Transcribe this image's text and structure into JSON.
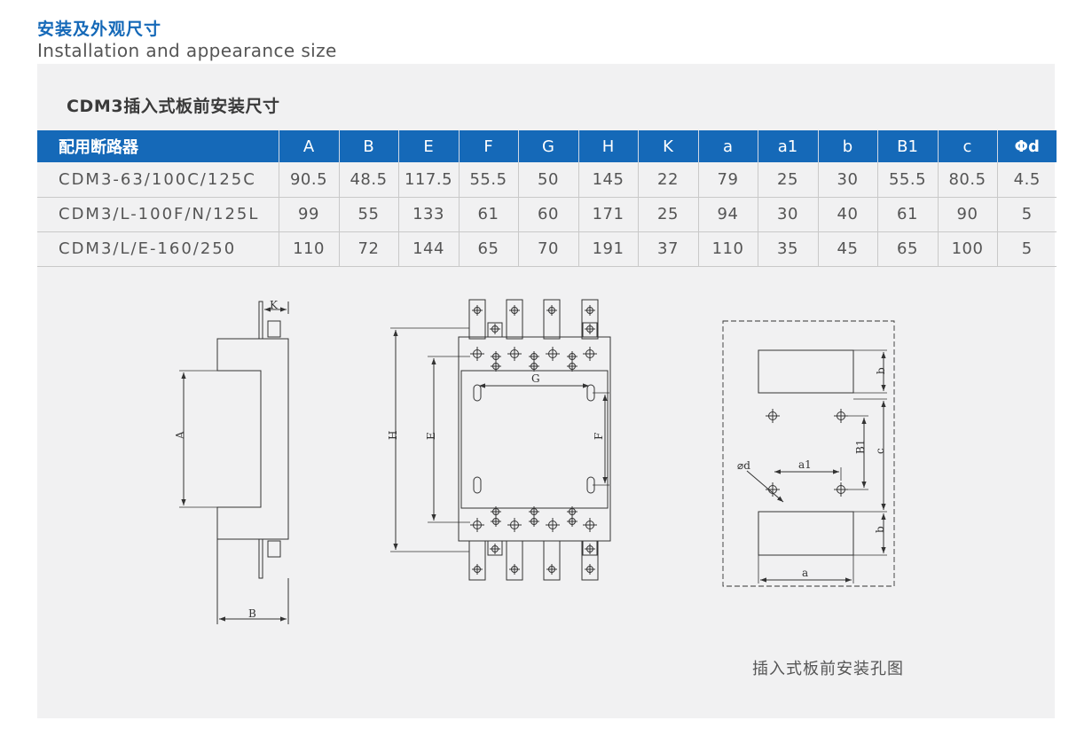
{
  "header": {
    "title_cn": "安装及外观尺寸",
    "title_en": "Installation and appearance size"
  },
  "section": {
    "title": "CDM3插入式板前安装尺寸"
  },
  "table": {
    "columns": [
      "配用断路器",
      "A",
      "B",
      "E",
      "F",
      "G",
      "H",
      "K",
      "a",
      "a1",
      "b",
      "B1",
      "c",
      "Φd"
    ],
    "rows": [
      [
        "CDM3-63/100C/125C",
        "90.5",
        "48.5",
        "117.5",
        "55.5",
        "50",
        "145",
        "22",
        "79",
        "25",
        "30",
        "55.5",
        "80.5",
        "4.5"
      ],
      [
        "CDM3/L-100F/N/125L",
        "99",
        "55",
        "133",
        "61",
        "60",
        "171",
        "25",
        "94",
        "30",
        "40",
        "61",
        "90",
        "5"
      ],
      [
        "CDM3/L/E-160/250",
        "110",
        "72",
        "144",
        "65",
        "70",
        "191",
        "37",
        "110",
        "35",
        "45",
        "65",
        "100",
        "5"
      ]
    ]
  },
  "drawings": {
    "side_labels": {
      "k": "K",
      "a": "A",
      "b": "B"
    },
    "front_labels": {
      "g": "G",
      "h": "H",
      "e": "E",
      "f": "F"
    },
    "hole_labels": {
      "b_top": "b",
      "b_bottom": "b",
      "c": "c",
      "b1": "B1",
      "a1": "a1",
      "a": "a",
      "d": "⌀d"
    },
    "caption": "插入式板前安装孔图"
  }
}
